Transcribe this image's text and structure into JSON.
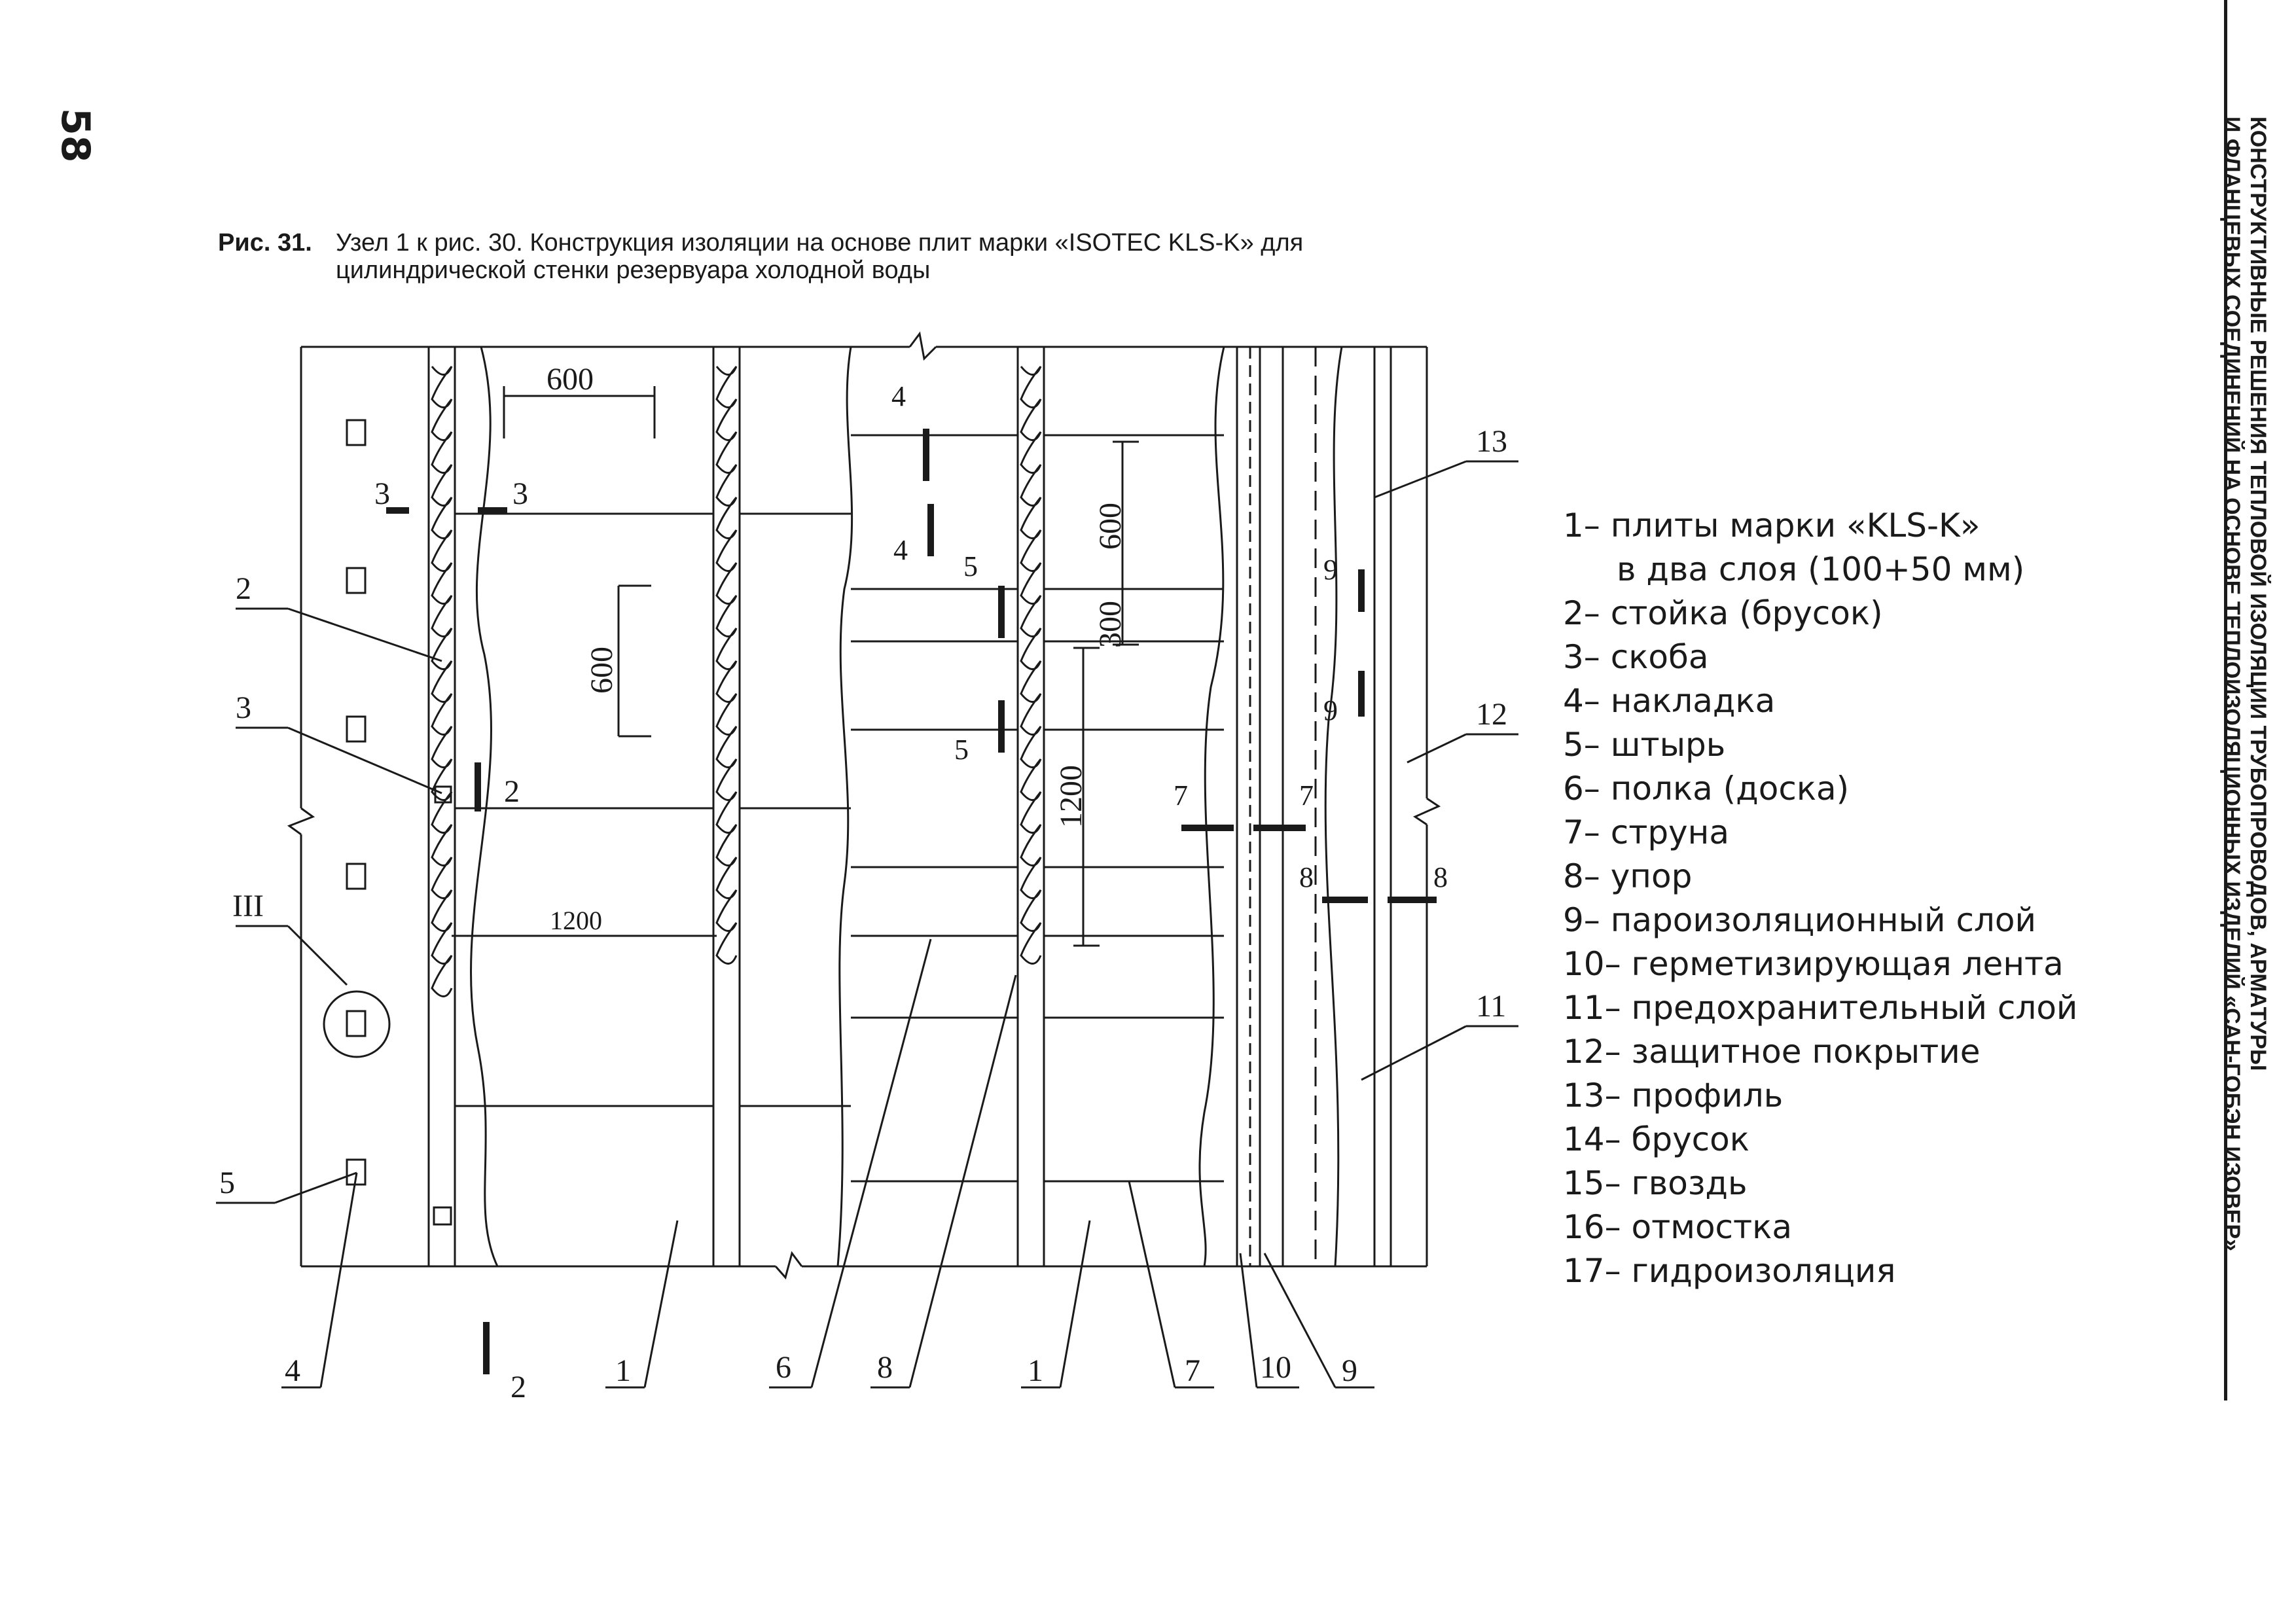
{
  "page": {
    "number": "58",
    "side_header": [
      "КОНСТРУКТИВНЫЕ РЕШЕНИЯ ТЕПЛОВОЙ ИЗОЛЯЦИИ ТРУБОПРОВОДОВ, АРМАТУРЫ",
      "И ФЛАНЦЕВЫХ СОЕДИНЕНИЙ НА ОСНОВЕ ТЕПЛОИЗОЛЯЦИОННЫХ ИЗДЕЛИЙ «САН-ГОБЭН ИЗОВЕР»"
    ]
  },
  "caption": {
    "number": "Рис. 31.",
    "line1": "Узел 1 к рис. 30. Конструкция изоляции на основе плит марки «ISOTEC KLS-K» для",
    "line2": "цилиндрической стенки резервуара холодной воды"
  },
  "drawing": {
    "dimensions": {
      "d600_top": "600",
      "d600_left": "600",
      "d1200_h": "1200",
      "d600_v": "600",
      "d300": "300",
      "d1200_v": "1200"
    },
    "section_marks": {
      "s3a": "3",
      "s3b": "3",
      "s2a": "2",
      "s2b": "2",
      "s4a": "4",
      "s4b": "4",
      "s5a": "5",
      "s5b": "5",
      "s7a": "7",
      "s7b": "7",
      "s8a": "8",
      "s8b": "8",
      "s9a": "9",
      "s9b": "9"
    },
    "node_label": "III",
    "callouts": {
      "c2": "2",
      "c3": "3",
      "c5": "5",
      "c13": "13",
      "c12": "12",
      "c11": "11",
      "b4": "4",
      "b1a": "1",
      "b6": "6",
      "b8": "8",
      "b1b": "1",
      "b7": "7",
      "b10": "10",
      "b9": "9"
    }
  },
  "legend": [
    "1– плиты марки «KLS-K»",
    "в два слоя (100+50 мм)",
    "2– стойка (брусок)",
    "3– скоба",
    "4– накладка",
    "5– штырь",
    "6– полка (доска)",
    "7– струна",
    "8– упор",
    "9–  пароизоляционный слой",
    "10– герметизирующая лента",
    "11– предохранительный слой",
    "12– защитное покрытие",
    "13– профиль",
    "14– брусок",
    "15– гвоздь",
    "16– отмостка",
    "17– гидроизоляция"
  ]
}
